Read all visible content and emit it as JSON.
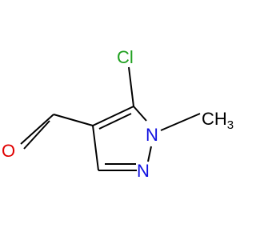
{
  "molecule": {
    "atoms": {
      "cl": "Cl",
      "o": "O",
      "n1": "N",
      "n2": "N",
      "methyl_c": "CH",
      "methyl_sub": "3"
    },
    "colors": {
      "chlorine": "#1fa01f",
      "oxygen": "#e00000",
      "nitrogen": "#1010e0",
      "carbon": "#000000",
      "bond": "#000000"
    }
  }
}
